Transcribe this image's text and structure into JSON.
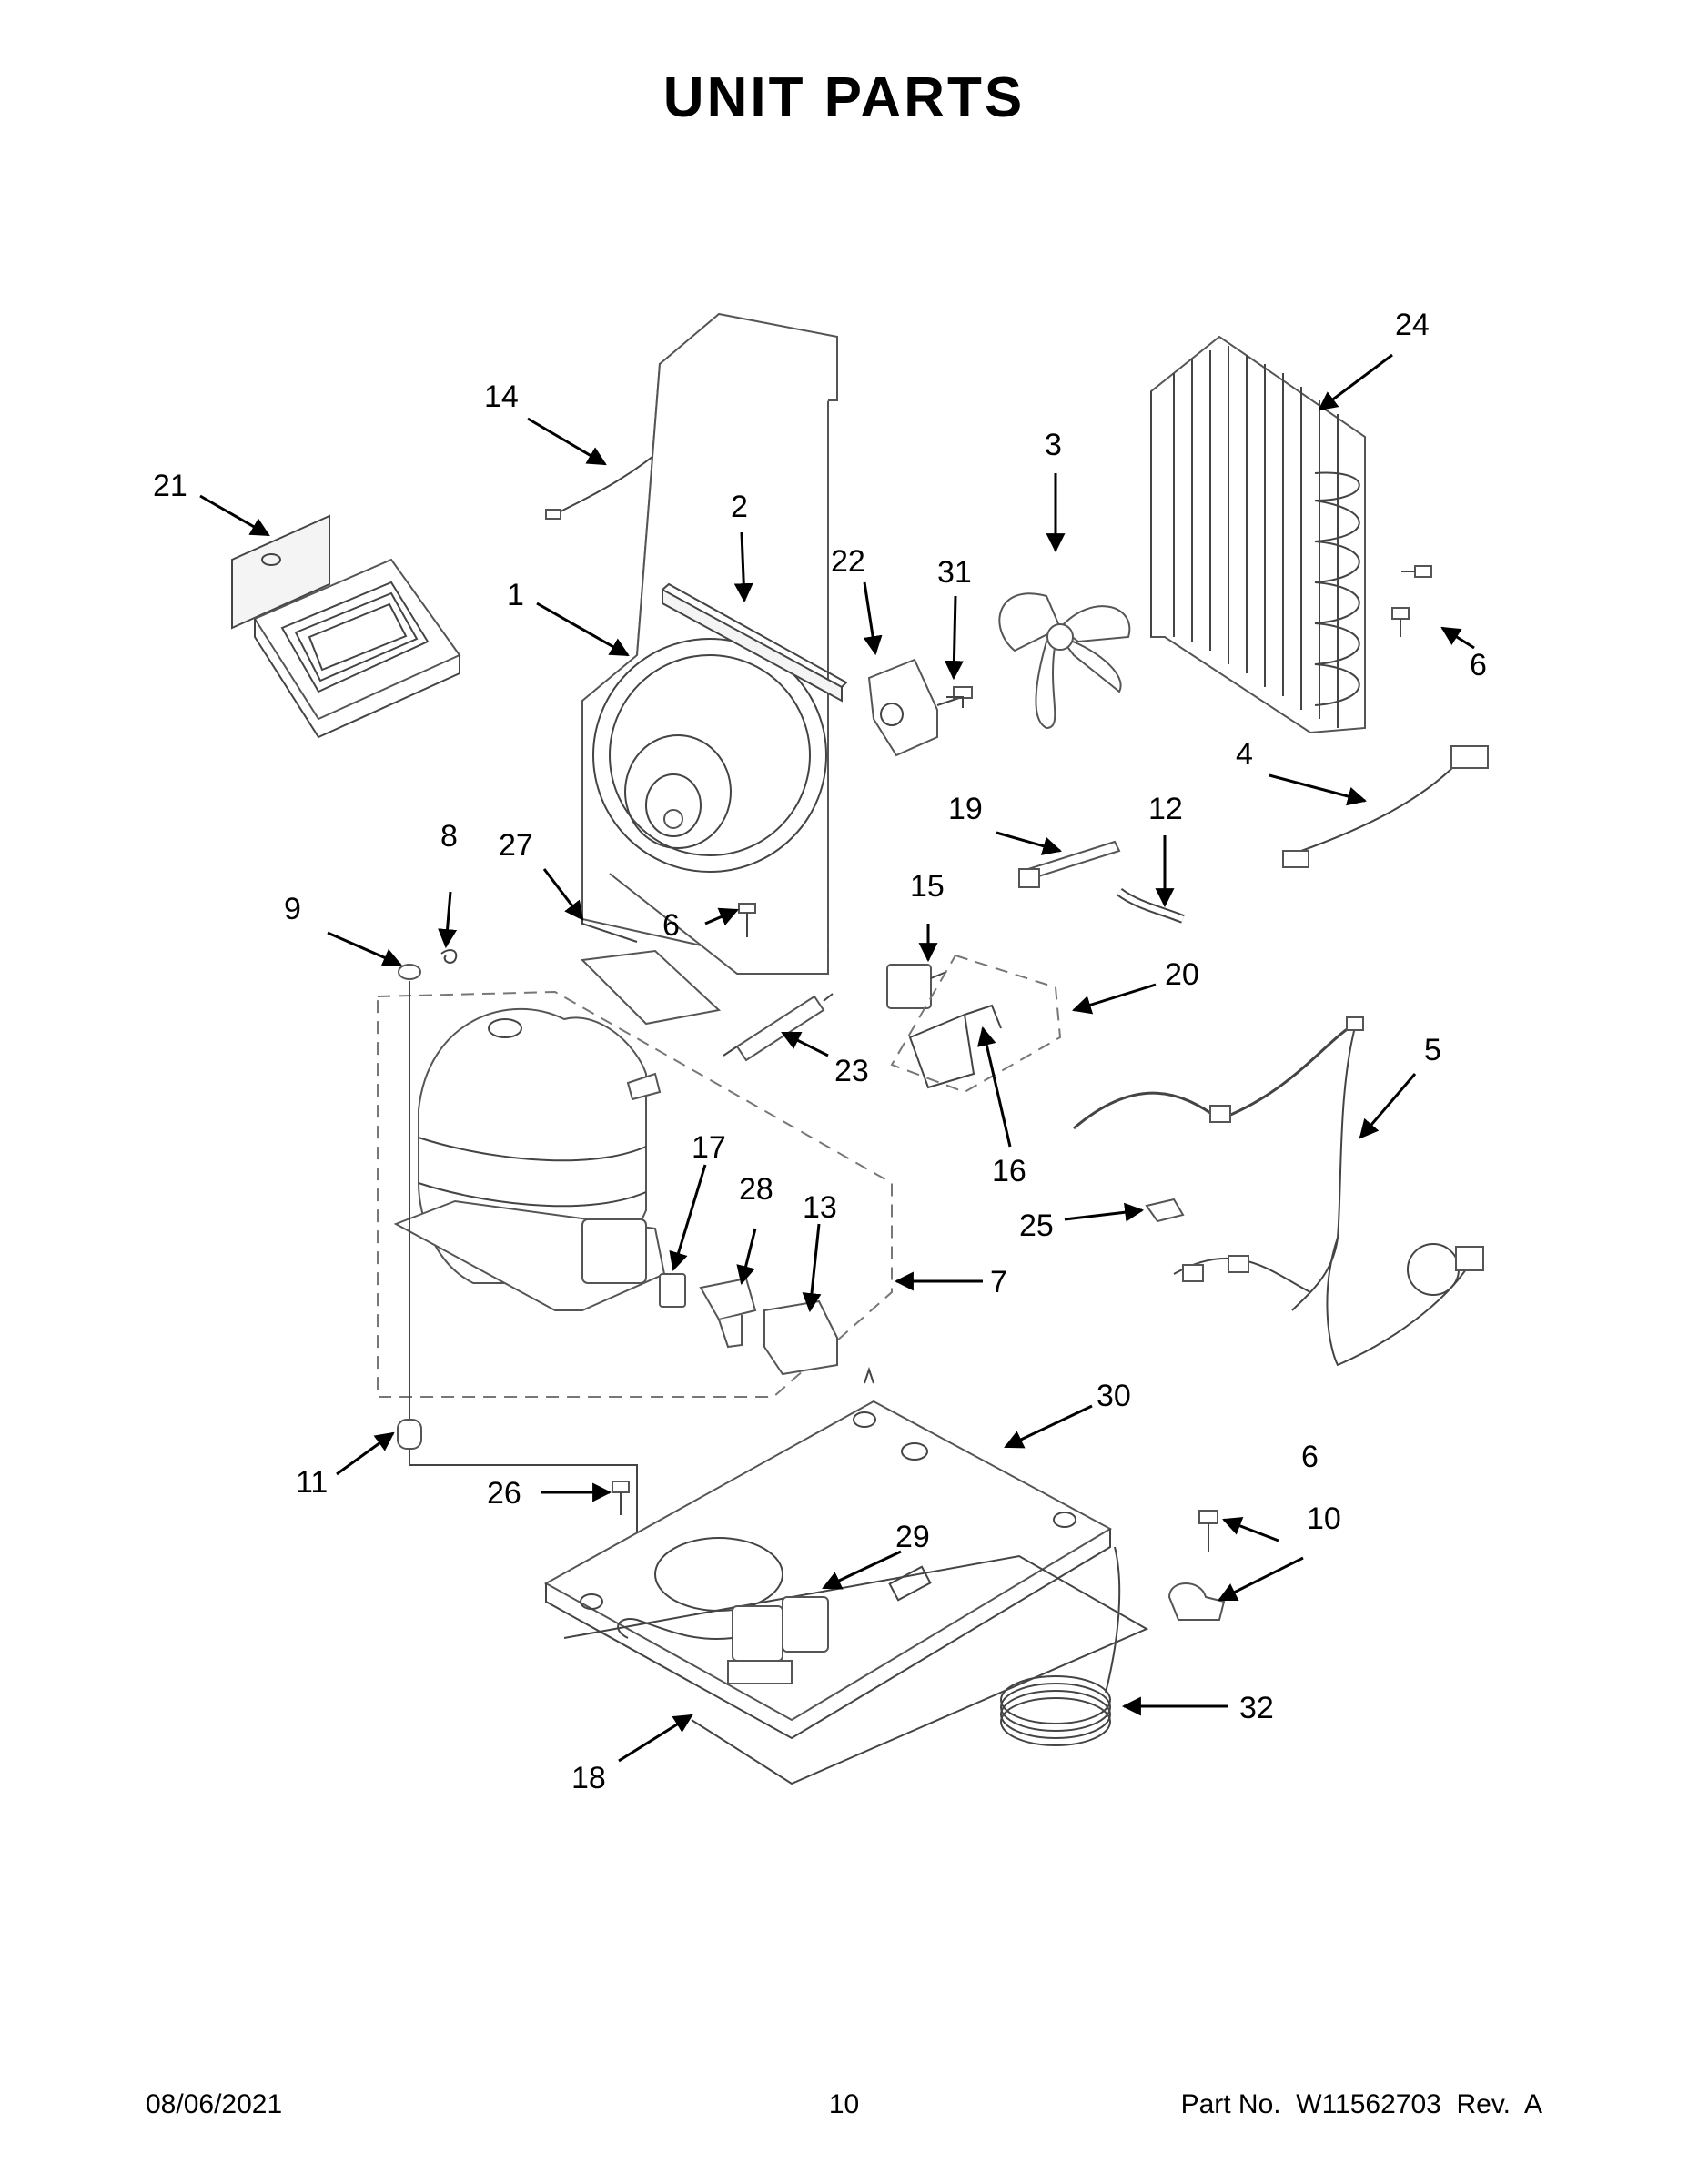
{
  "title": "UNIT PARTS",
  "callouts": [
    {
      "id": "c1",
      "label": "1"
    },
    {
      "id": "c2",
      "label": "2"
    },
    {
      "id": "c3",
      "label": "3"
    },
    {
      "id": "c4",
      "label": "4"
    },
    {
      "id": "c5",
      "label": "5"
    },
    {
      "id": "c6a",
      "label": "6"
    },
    {
      "id": "c6b",
      "label": "6"
    },
    {
      "id": "c6c",
      "label": "6"
    },
    {
      "id": "c7",
      "label": "7"
    },
    {
      "id": "c8",
      "label": "8"
    },
    {
      "id": "c9",
      "label": "9"
    },
    {
      "id": "c10",
      "label": "10"
    },
    {
      "id": "c11",
      "label": "11"
    },
    {
      "id": "c12",
      "label": "12"
    },
    {
      "id": "c13",
      "label": "13"
    },
    {
      "id": "c14",
      "label": "14"
    },
    {
      "id": "c15",
      "label": "15"
    },
    {
      "id": "c16",
      "label": "16"
    },
    {
      "id": "c17",
      "label": "17"
    },
    {
      "id": "c18",
      "label": "18"
    },
    {
      "id": "c19",
      "label": "19"
    },
    {
      "id": "c20",
      "label": "20"
    },
    {
      "id": "c21",
      "label": "21"
    },
    {
      "id": "c22",
      "label": "22"
    },
    {
      "id": "c23",
      "label": "23"
    },
    {
      "id": "c24",
      "label": "24"
    },
    {
      "id": "c25",
      "label": "25"
    },
    {
      "id": "c26",
      "label": "26"
    },
    {
      "id": "c27",
      "label": "27"
    },
    {
      "id": "c28",
      "label": "28"
    },
    {
      "id": "c29",
      "label": "29"
    },
    {
      "id": "c30",
      "label": "30"
    },
    {
      "id": "c31",
      "label": "31"
    },
    {
      "id": "c32",
      "label": "32"
    }
  ],
  "footer": {
    "date": "08/06/2021",
    "page": "10",
    "part": "Part No.  W11562703  Rev.  A"
  }
}
